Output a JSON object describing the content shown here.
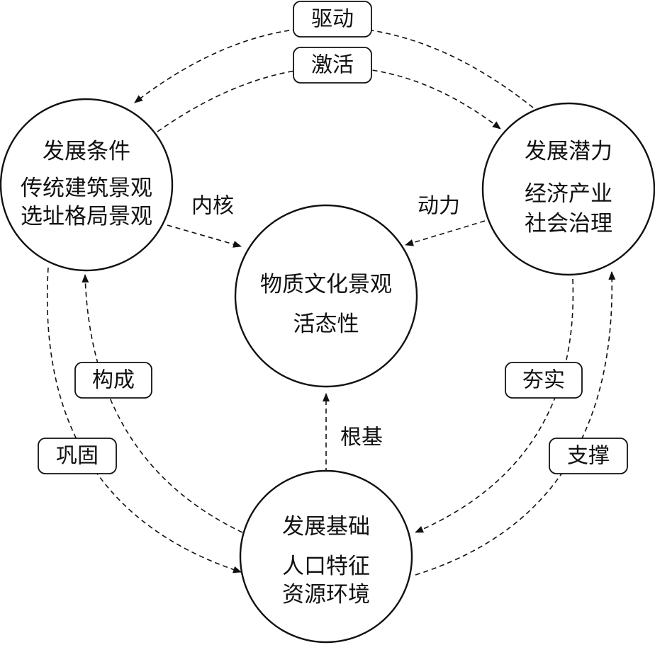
{
  "center": {
    "line1": "物质文化景观",
    "line2": "活态性"
  },
  "conditions": {
    "title": "发展条件",
    "line1": "传统建筑景观",
    "line2": "选址格局景观"
  },
  "potential": {
    "title": "发展潜力",
    "line1": "经济产业",
    "line2": "社会治理"
  },
  "foundation": {
    "title": "发展基础",
    "line1": "人口特征",
    "line2": "资源环境"
  },
  "links": {
    "drive": "驱动",
    "activate": "激活",
    "core": "内核",
    "power": "动力",
    "root": "根基",
    "compose": "构成",
    "consolidate": "巩固",
    "solidify": "夯实",
    "support": "支撑"
  }
}
